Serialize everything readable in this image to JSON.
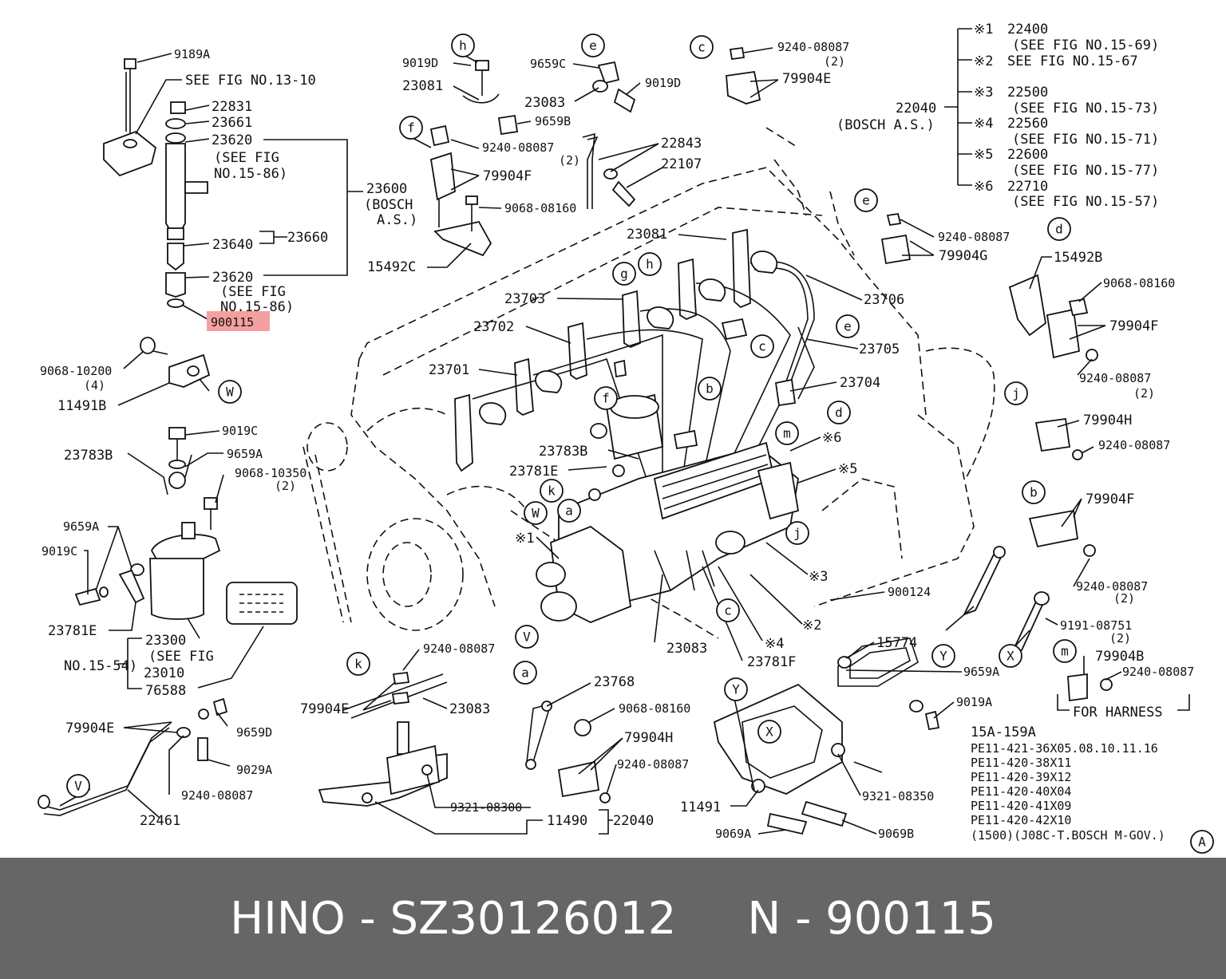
{
  "highlight": {
    "part": "900115",
    "color": "#f4a0a0"
  },
  "footer": {
    "text": "HINO - SZ30126012     N - 900115",
    "background": "#666666",
    "color": "#ffffff"
  },
  "parts": [
    {
      "id": "p9189A",
      "label": "9189A"
    },
    {
      "id": "see1310",
      "label": "SEE FIG NO.13-10"
    },
    {
      "id": "p22831",
      "label": "22831"
    },
    {
      "id": "p23661",
      "label": "23661"
    },
    {
      "id": "p23620a",
      "label": "23620"
    },
    {
      "id": "seefig1",
      "label": "(SEE FIG"
    },
    {
      "id": "no1586a",
      "label": "NO.15-86)"
    },
    {
      "id": "p23600",
      "label": "23600"
    },
    {
      "id": "bosch1",
      "label": "(BOSCH"
    },
    {
      "id": "as1",
      "label": "A.S.)"
    },
    {
      "id": "p23640",
      "label": "23640"
    },
    {
      "id": "p23660",
      "label": "23660"
    },
    {
      "id": "p23620b",
      "label": "23620"
    },
    {
      "id": "seefig2",
      "label": "(SEE FIG"
    },
    {
      "id": "no1586b",
      "label": "NO.15-86)"
    },
    {
      "id": "p900115",
      "label": "900115"
    },
    {
      "id": "p9068_10200",
      "label": "9068-10200"
    },
    {
      "id": "q4",
      "label": "(4)"
    },
    {
      "id": "p11491B",
      "label": "11491B"
    },
    {
      "id": "p9019C_a",
      "label": "9019C"
    },
    {
      "id": "p23783B_a",
      "label": "23783B"
    },
    {
      "id": "p9659A_a",
      "label": "9659A"
    },
    {
      "id": "p9068_10350",
      "label": "9068-10350"
    },
    {
      "id": "q2a",
      "label": "(2)"
    },
    {
      "id": "p9659A_b",
      "label": "9659A"
    },
    {
      "id": "p9019C_b",
      "label": "9019C"
    },
    {
      "id": "p23781E_a",
      "label": "23781E"
    },
    {
      "id": "p23300",
      "label": "23300"
    },
    {
      "id": "seefig3",
      "label": "(SEE FIG"
    },
    {
      "id": "no1554",
      "label": "NO.15-54)"
    },
    {
      "id": "p23010",
      "label": "23010"
    },
    {
      "id": "p76588",
      "label": "76588"
    },
    {
      "id": "p79904E_a",
      "label": "79904E"
    },
    {
      "id": "p9659D",
      "label": "9659D"
    },
    {
      "id": "p9029A",
      "label": "9029A"
    },
    {
      "id": "p9240_a",
      "label": "9240-08087"
    },
    {
      "id": "p22461",
      "label": "22461"
    },
    {
      "id": "p9019D_a",
      "label": "9019D"
    },
    {
      "id": "p23081_a",
      "label": "23081"
    },
    {
      "id": "p9659C",
      "label": "9659C"
    },
    {
      "id": "p9019D_b",
      "label": "9019D"
    },
    {
      "id": "p23083_a",
      "label": "23083"
    },
    {
      "id": "p9659B",
      "label": "9659B"
    },
    {
      "id": "p9240_b",
      "label": "9240-08087"
    },
    {
      "id": "q2b",
      "label": "(2)"
    },
    {
      "id": "p79904F_a",
      "label": "79904F"
    },
    {
      "id": "p22843",
      "label": "22843"
    },
    {
      "id": "p22107",
      "label": "22107"
    },
    {
      "id": "p9068_08160_a",
      "label": "9068-08160"
    },
    {
      "id": "p15492C",
      "label": "15492C"
    },
    {
      "id": "p9240_c",
      "label": "9240-08087"
    },
    {
      "id": "q2c",
      "label": "(2)"
    },
    {
      "id": "p79904E_b",
      "label": "79904E"
    },
    {
      "id": "s1",
      "label": "※1"
    },
    {
      "id": "v22400",
      "label": "22400"
    },
    {
      "id": "r1569",
      "label": "(SEE FIG NO.15-69)"
    },
    {
      "id": "s2",
      "label": "※2"
    },
    {
      "id": "r1567",
      "label": "SEE FIG NO.15-67"
    },
    {
      "id": "s3",
      "label": "※3"
    },
    {
      "id": "v22500",
      "label": "22500"
    },
    {
      "id": "r1573",
      "label": "(SEE FIG NO.15-73)"
    },
    {
      "id": "p22040_a",
      "label": "22040"
    },
    {
      "id": "bosch2",
      "label": "(BOSCH A.S.)"
    },
    {
      "id": "s4",
      "label": "※4"
    },
    {
      "id": "v22560",
      "label": "22560"
    },
    {
      "id": "r1571",
      "label": "(SEE FIG NO.15-71)"
    },
    {
      "id": "s5",
      "label": "※5"
    },
    {
      "id": "v22600",
      "label": "22600"
    },
    {
      "id": "r1577",
      "label": "(SEE FIG NO.15-77)"
    },
    {
      "id": "s6",
      "label": "※6"
    },
    {
      "id": "v22710",
      "label": "22710"
    },
    {
      "id": "r1557",
      "label": "(SEE FIG NO.15-57)"
    },
    {
      "id": "p9240_d",
      "label": "9240-08087"
    },
    {
      "id": "p79904G",
      "label": "79904G"
    },
    {
      "id": "p15492B",
      "label": "15492B"
    },
    {
      "id": "p9068_08160_b",
      "label": "9068-08160"
    },
    {
      "id": "p79904F_b",
      "label": "79904F"
    },
    {
      "id": "p9240_e",
      "label": "9240-08087"
    },
    {
      "id": "q2e",
      "label": "(2)"
    },
    {
      "id": "p79904H_a",
      "label": "79904H"
    },
    {
      "id": "p9240_f",
      "label": "9240-08087"
    },
    {
      "id": "p79904F_c",
      "label": "79904F"
    },
    {
      "id": "p9240_g",
      "label": "9240-08087"
    },
    {
      "id": "q2g",
      "label": "(2)"
    },
    {
      "id": "p23081_b",
      "label": "23081"
    },
    {
      "id": "p23706",
      "label": "23706"
    },
    {
      "id": "p23703",
      "label": "23703"
    },
    {
      "id": "p23702",
      "label": "23702"
    },
    {
      "id": "p23705",
      "label": "23705"
    },
    {
      "id": "p23701",
      "label": "23701"
    },
    {
      "id": "p23704",
      "label": "23704"
    },
    {
      "id": "p23783B_b",
      "label": "23783B"
    },
    {
      "id": "x6",
      "label": "※6"
    },
    {
      "id": "p23781E_b",
      "label": "23781E"
    },
    {
      "id": "x5",
      "label": "※5"
    },
    {
      "id": "x1",
      "label": "※1"
    },
    {
      "id": "x3",
      "label": "※3"
    },
    {
      "id": "p900124",
      "label": "900124"
    },
    {
      "id": "x2",
      "label": "※2"
    },
    {
      "id": "p15774",
      "label": "15774"
    },
    {
      "id": "p9191",
      "label": "9191-08751"
    },
    {
      "id": "q2h",
      "label": "(2)"
    },
    {
      "id": "p23083_b",
      "label": "23083"
    },
    {
      "id": "x4",
      "label": "※4"
    },
    {
      "id": "p23781F",
      "label": "23781F"
    },
    {
      "id": "p9659A_c",
      "label": "9659A"
    },
    {
      "id": "p79904B",
      "label": "79904B"
    },
    {
      "id": "p9240_h",
      "label": "9240-08087"
    },
    {
      "id": "forharness",
      "label": "FOR HARNESS"
    },
    {
      "id": "p9240_i",
      "label": "9240-08087"
    },
    {
      "id": "p79904E_c",
      "label": "79904E"
    },
    {
      "id": "p23083_c",
      "label": "23083"
    },
    {
      "id": "p23768",
      "label": "23768"
    },
    {
      "id": "p9068_08160_c",
      "label": "9068-08160"
    },
    {
      "id": "p79904H_b",
      "label": "79904H"
    },
    {
      "id": "p9240_j",
      "label": "9240-08087"
    },
    {
      "id": "p9019A",
      "label": "9019A"
    },
    {
      "id": "p9321_08300",
      "label": "9321-08300"
    },
    {
      "id": "p11490",
      "label": "11490"
    },
    {
      "id": "p22040_b",
      "label": "22040"
    },
    {
      "id": "p11491",
      "label": "11491"
    },
    {
      "id": "p9321_08350",
      "label": "9321-08350"
    },
    {
      "id": "p9069A",
      "label": "9069A"
    },
    {
      "id": "p9069B",
      "label": "9069B"
    },
    {
      "id": "n1",
      "label": "15A-159A"
    },
    {
      "id": "n2",
      "label": "PE11-421-36X05.08.10.11.16"
    },
    {
      "id": "n3",
      "label": "PE11-420-38X11"
    },
    {
      "id": "n4",
      "label": "PE11-420-39X12"
    },
    {
      "id": "n5",
      "label": "PE11-420-40X04"
    },
    {
      "id": "n6",
      "label": "PE11-420-41X09"
    },
    {
      "id": "n7",
      "label": "PE11-420-42X10"
    },
    {
      "id": "n8",
      "label": "(1500)(J08C-T.BOSCH M-GOV.)"
    }
  ],
  "callouts": [
    {
      "id": "c_h1",
      "letter": "h"
    },
    {
      "id": "c_e1",
      "letter": "e"
    },
    {
      "id": "c_c1",
      "letter": "c"
    },
    {
      "id": "c_f1",
      "letter": "f"
    },
    {
      "id": "c_e2",
      "letter": "e"
    },
    {
      "id": "c_d1",
      "letter": "d"
    },
    {
      "id": "c_h2",
      "letter": "h"
    },
    {
      "id": "c_g1",
      "letter": "g"
    },
    {
      "id": "c_e3",
      "letter": "e"
    },
    {
      "id": "c_c2",
      "letter": "c"
    },
    {
      "id": "c_b1",
      "letter": "b"
    },
    {
      "id": "c_f2",
      "letter": "f"
    },
    {
      "id": "c_d2",
      "letter": "d"
    },
    {
      "id": "c_m1",
      "letter": "m"
    },
    {
      "id": "c_k1",
      "letter": "k"
    },
    {
      "id": "c_a1",
      "letter": "a"
    },
    {
      "id": "c_W1",
      "letter": "W"
    },
    {
      "id": "c_j1",
      "letter": "j"
    },
    {
      "id": "c_c3",
      "letter": "c"
    },
    {
      "id": "c_V1",
      "letter": "V"
    },
    {
      "id": "c_W2",
      "letter": "W"
    },
    {
      "id": "c_j2",
      "letter": "j"
    },
    {
      "id": "c_b2",
      "letter": "b"
    },
    {
      "id": "c_Y1",
      "letter": "Y"
    },
    {
      "id": "c_X1",
      "letter": "X"
    },
    {
      "id": "c_m2",
      "letter": "m"
    },
    {
      "id": "c_k2",
      "letter": "k"
    },
    {
      "id": "c_a2",
      "letter": "a"
    },
    {
      "id": "c_V2",
      "letter": "V"
    },
    {
      "id": "c_Y2",
      "letter": "Y"
    },
    {
      "id": "c_X2",
      "letter": "X"
    },
    {
      "id": "c_A",
      "letter": "A"
    }
  ]
}
